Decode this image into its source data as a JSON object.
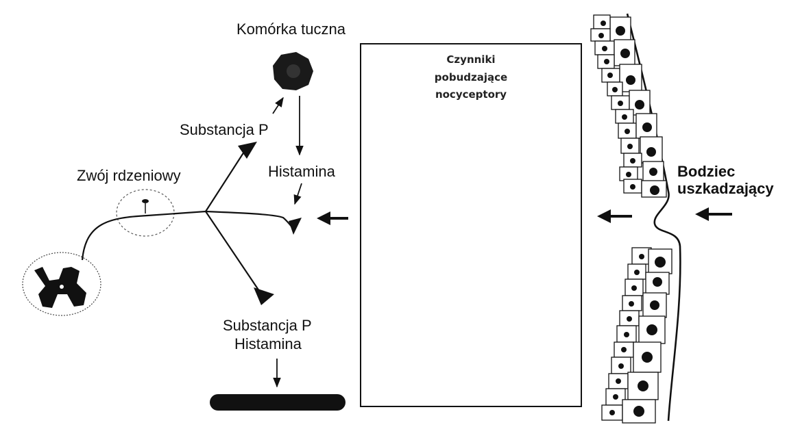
{
  "labels": {
    "mast_cell": "Komórka tuczna",
    "substance_p_upper": "Substancja P",
    "histamine_upper": "Histamina",
    "spinal_ganglion": "Zwój rdzeniowy",
    "substance_p_lower": "Substancja P",
    "histamine_lower": "Histamina",
    "stimulus_line1": "Bodziec",
    "stimulus_line2": "uszkadzający"
  },
  "box": {
    "line1": "Czynniki",
    "line2": "pobudzające",
    "line3": "nocyceptory"
  },
  "colors": {
    "ink": "#111111",
    "background": "#ffffff"
  }
}
